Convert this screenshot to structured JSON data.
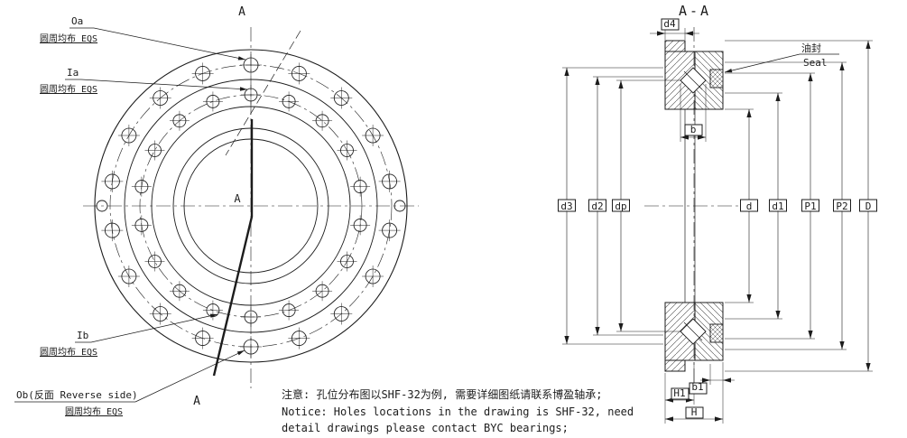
{
  "front_view": {
    "section_letter_top": "A",
    "section_letter_bottom": "A",
    "center_letter": "A",
    "callouts": [
      {
        "label": "Oa",
        "sub": "圆周均布 EQS"
      },
      {
        "label": "Ia",
        "sub": "圆周均布 EQS"
      },
      {
        "label": "Ib",
        "sub": "圆周均布 EQS"
      },
      {
        "label": "Ob(反面 Reverse side)",
        "sub": "圆周均布 EQS"
      }
    ]
  },
  "section_view": {
    "title": "A-A",
    "seal_cn": "油封",
    "seal_en": "Seal",
    "dims": {
      "d3": "d3",
      "d2": "d2",
      "dp": "dp",
      "d": "d",
      "d1": "d1",
      "P1": "P1",
      "P2": "P2",
      "D": "D",
      "d4": "d4",
      "b": "b",
      "b1": "b1",
      "H1": "H1",
      "H": "H"
    }
  },
  "notes": {
    "cn": "注意: 孔位分布图以SHF-32为例, 需要详细图纸请联系博盈轴承;",
    "en1": "Notice: Holes locations in the drawing is SHF-32, need",
    "en2": "detail drawings please contact BYC bearings;"
  },
  "colors": {
    "line": "#1c1c1c",
    "background": "#ffffff"
  }
}
